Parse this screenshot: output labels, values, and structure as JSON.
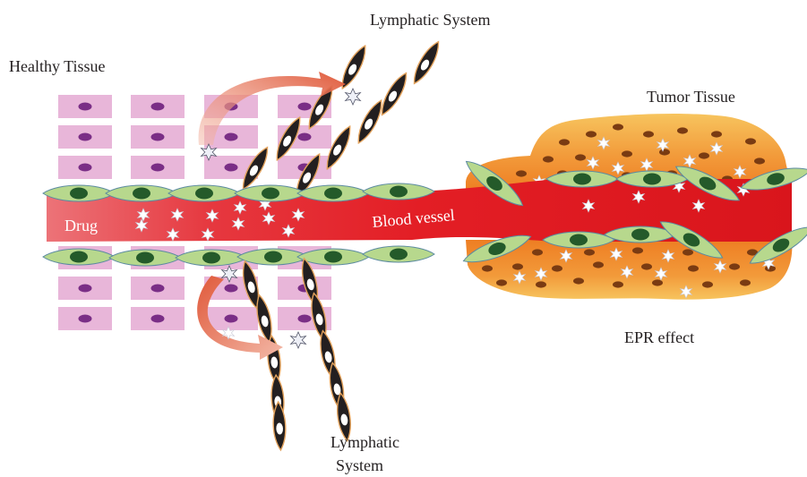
{
  "labels": {
    "healthy_tissue": "Healthy Tissue",
    "lymphatic_top": "Lymphatic System",
    "tumor_tissue": "Tumor Tissue",
    "drug": "Drug",
    "blood_vessel": "Blood vessel",
    "epr_effect": "EPR effect",
    "lymphatic_bottom_line1": "Lymphatic",
    "lymphatic_bottom_line2": "System"
  },
  "colors": {
    "healthy_cell": "#e8b6d9",
    "healthy_nucleus": "#7a2e86",
    "vessel": "#e31e25",
    "vessel_light": "#ef7b7f",
    "endothelial_cell": "#b7d88d",
    "endothelial_nucleus": "#245a2a",
    "lymph_cell": "#231f20",
    "lymph_outline": "#e2a25d",
    "tumor_orange": "#ee7e23",
    "tumor_yellow": "#f7c55f",
    "tumor_cell": "#7a3b12",
    "drug_particle": "#ffffff",
    "arrow": "#e0593a"
  }
}
